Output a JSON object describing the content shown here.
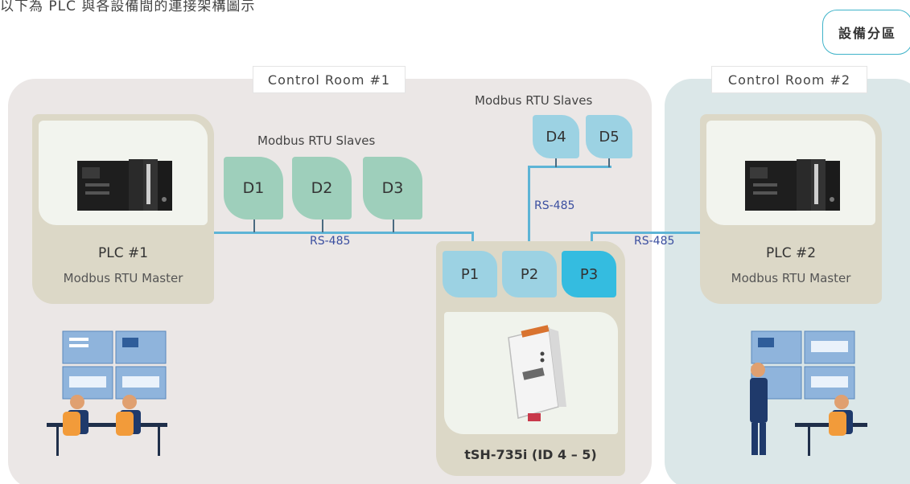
{
  "header": {
    "caption": "以下為 PLC 與各設備間的連接架構圖示"
  },
  "zone_badge": {
    "label": "設備分區"
  },
  "rooms": [
    {
      "label": "Control Room #1"
    },
    {
      "label": "Control Room #2"
    }
  ],
  "plcs": [
    {
      "title": "PLC #1",
      "subtitle": "Modbus RTU Master"
    },
    {
      "title": "PLC #2",
      "subtitle": "Modbus RTU Master"
    }
  ],
  "slave_groups": [
    {
      "title": "Modbus RTU Slaves",
      "devices": [
        "D1",
        "D2",
        "D3"
      ]
    },
    {
      "title": "Modbus RTU Slaves",
      "devices": [
        "D4",
        "D5"
      ]
    }
  ],
  "bus_labels": [
    "RS-485",
    "RS-485",
    "RS-485"
  ],
  "converter": {
    "name": "tSH-735i (ID 4 – 5)",
    "ports": [
      "P1",
      "P2",
      "P3"
    ]
  },
  "colors": {
    "room1_bg": "#ebe7e6",
    "room2_bg": "#dbe7e8",
    "card_bg": "#dcd8c7",
    "slave_green": "#9ecfbb",
    "slave_blue": "#9cd2e3",
    "port_light": "#9cd2e3",
    "port_accent": "#34bce0",
    "wire": "#5db4d6",
    "bus_text": "#3b4fa0"
  },
  "icons": [
    "plc-hardware-icon",
    "operators-workstation-icon",
    "operator-presenter-icon",
    "serial-converter-device-icon"
  ]
}
